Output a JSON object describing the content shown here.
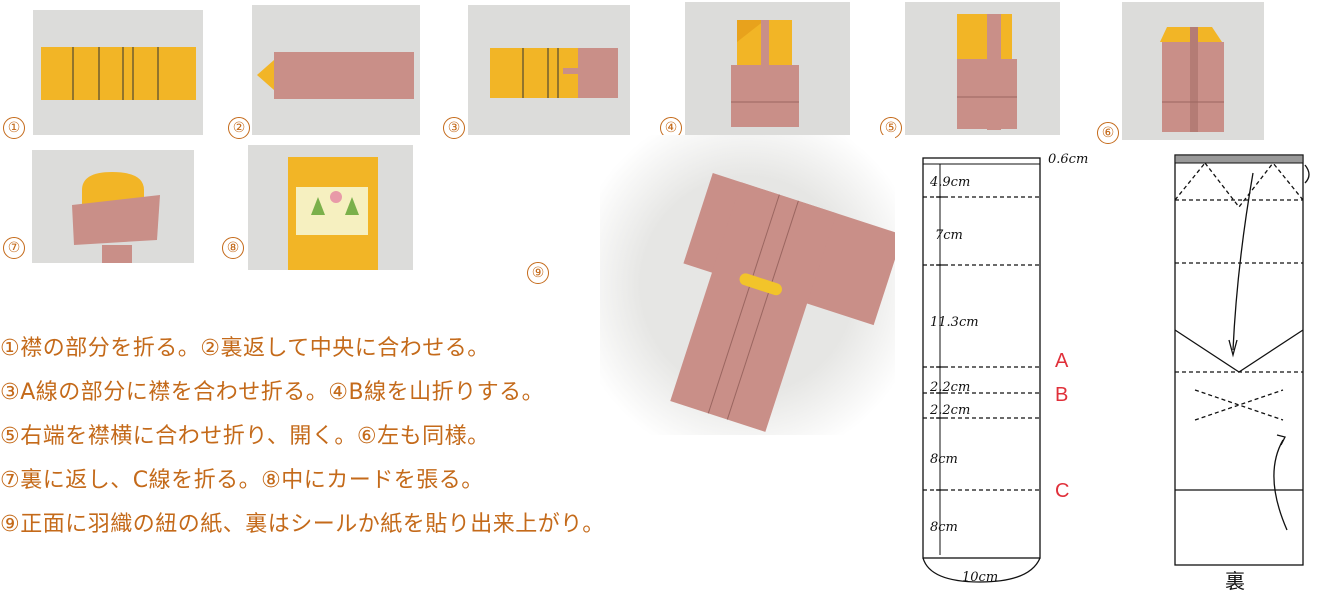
{
  "steps": [
    {
      "num": "①"
    },
    {
      "num": "②"
    },
    {
      "num": "③"
    },
    {
      "num": "④"
    },
    {
      "num": "⑤"
    },
    {
      "num": "⑥"
    },
    {
      "num": "⑦"
    },
    {
      "num": "⑧"
    },
    {
      "num": "⑨"
    }
  ],
  "instructions": [
    "①襟の部分を折る。②裏返して中央に合わせる。",
    "③A線の部分に襟を合わせ折る。④B線を山折りする。",
    "⑤右端を襟横に合わせ折り、開く。⑥左も同様。",
    "⑦裏に返し、C線を折る。⑧中にカードを張る。",
    "⑨正面に羽織の紐の紙、裏はシールか紙を貼り出来上がり。"
  ],
  "diagram": {
    "measurements": [
      "0.6cm",
      "4.9cm",
      "7cm",
      "11.3cm",
      "2.2cm",
      "2.2cm",
      "8cm",
      "8cm",
      "10cm"
    ],
    "line_labels": [
      "A",
      "B",
      "C"
    ],
    "back_label": "裏"
  },
  "colors": {
    "paper_yellow": "#f2b526",
    "paper_pink": "#c98f88",
    "accent": "#c46a1a",
    "label_red": "#e0303a"
  }
}
